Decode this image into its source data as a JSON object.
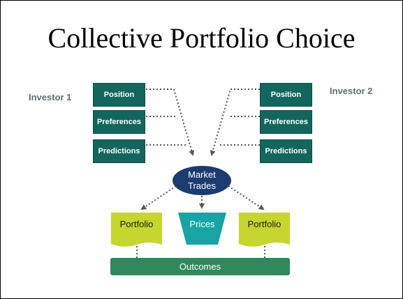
{
  "title": "Collective Portfolio Choice",
  "investor1": {
    "label": "Investor 1",
    "boxes": [
      "Position",
      "Preferences",
      "Predictions"
    ]
  },
  "investor2": {
    "label": "Investor 2",
    "boxes": [
      "Position",
      "Preferences",
      "Predictions"
    ]
  },
  "market": {
    "line1": "Market",
    "line2": "Trades"
  },
  "outputs": {
    "portfolio_left": "Portfolio",
    "prices": "Prices",
    "portfolio_right": "Portfolio"
  },
  "outcomes": "Outcomes",
  "colors": {
    "box_fill": "#13665d",
    "ellipse_fill": "#1c3b6e",
    "portfolio_fill": "#c6d62f",
    "prices_fill": "#18a3a5",
    "outcomes_fill": "#2f8a5b",
    "arrow": "#555555"
  }
}
